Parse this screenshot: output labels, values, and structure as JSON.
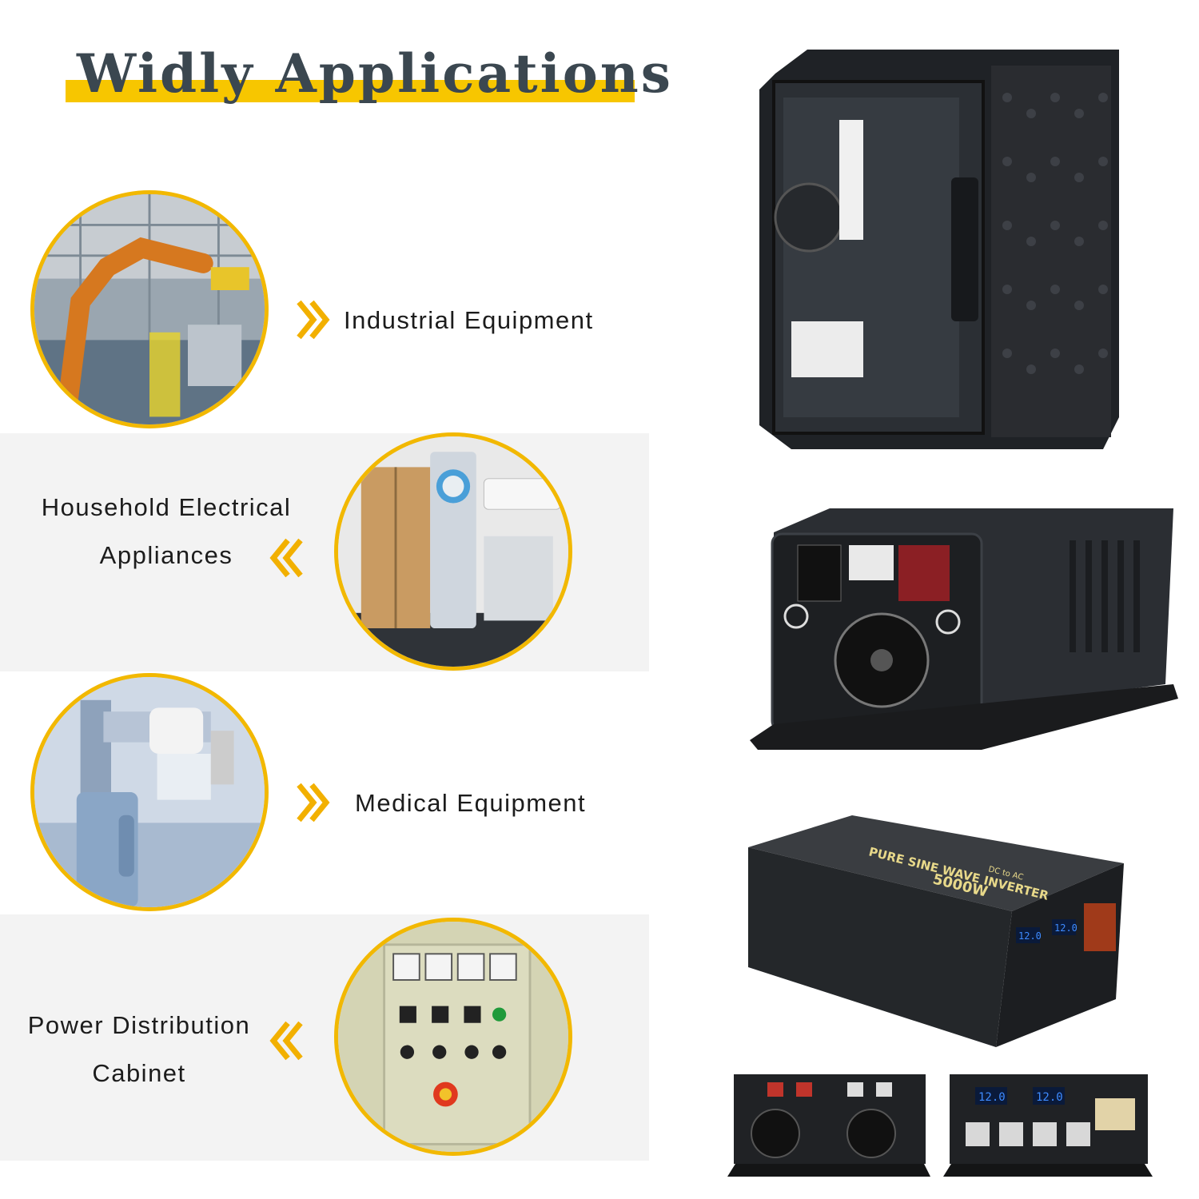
{
  "header": {
    "title": "Widly Applications"
  },
  "applications": [
    {
      "label_lines": [
        "Industrial Equipment"
      ],
      "icon": "chevron-right-double-icon"
    },
    {
      "label_lines": [
        "Household Electrical",
        "Appliances"
      ],
      "icon": "chevron-left-double-icon"
    },
    {
      "label_lines": [
        "Medical Equipment"
      ],
      "icon": "chevron-right-double-icon"
    },
    {
      "label_lines": [
        "Power Distribution",
        "Cabinet"
      ],
      "icon": "chevron-left-double-icon"
    }
  ],
  "products": {
    "inverter_top_label": "PURE SINE WAVE INVERTER",
    "inverter_power": "5000W",
    "inverter_dc": "DC to AC",
    "display_left": "12.0",
    "display_right": "12.0",
    "small_display_left": "12.0",
    "small_display_right": "12.0"
  },
  "colors": {
    "accent": "#f7c600",
    "title": "#3b4750",
    "band": "#f3f3f3",
    "chevron": "#f2b000"
  }
}
